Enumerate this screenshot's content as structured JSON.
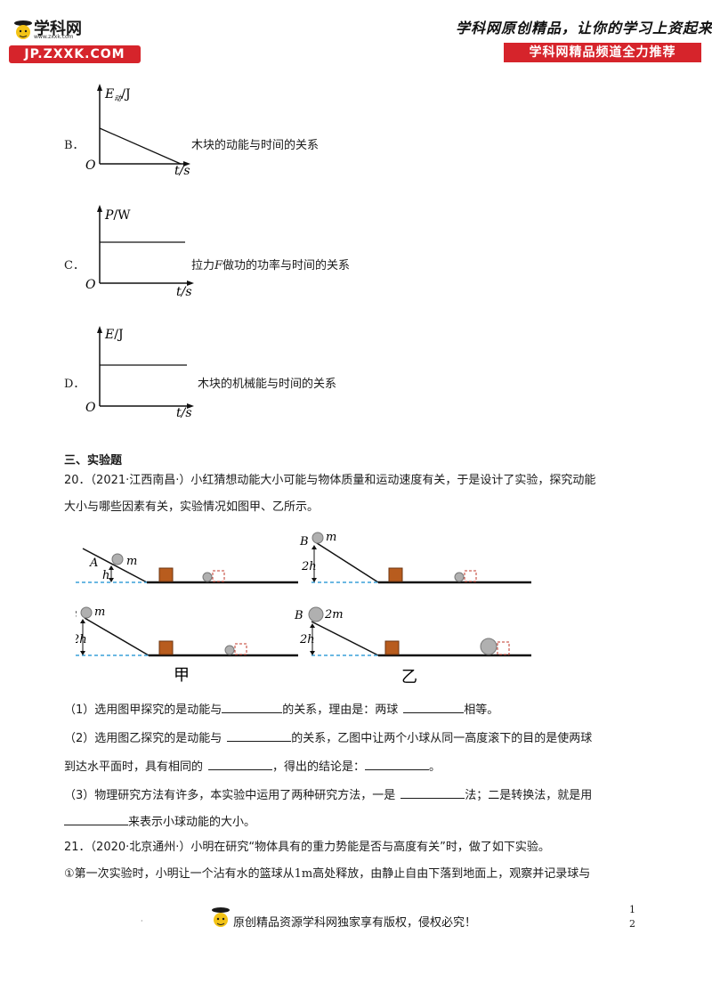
{
  "header": {
    "logo_title": "学科网",
    "logo_small_url": "www.zxxk.com",
    "logo_url": "JP.ZXXK.COM",
    "slogan": "学科网原创精品，让你的学习上资起来！",
    "channel": "学科网精品频道全力推荐"
  },
  "options": [
    {
      "letter": "B．",
      "ylabel_main": "E",
      "ylabel_sub": "动",
      "ylabel_unit": "/J",
      "xlabel": "t/s",
      "origin": "O",
      "caption": "木块的动能与时间的关系",
      "shape": "decreasing"
    },
    {
      "letter": "C．",
      "ylabel_main": "P",
      "ylabel_sub": "",
      "ylabel_unit": "/W",
      "xlabel": "t/s",
      "origin": "O",
      "caption_pre": "拉力",
      "caption_var": "F",
      "caption_post": "做功的功率与时间的关系",
      "shape": "constant"
    },
    {
      "letter": "D．",
      "ylabel_main": "E",
      "ylabel_sub": "",
      "ylabel_unit": "/J",
      "xlabel": "t/s",
      "origin": "O",
      "caption": "木块的机械能与时间的关系",
      "shape": "constant"
    }
  ],
  "section_title": "三、实验题",
  "q20": {
    "line1": "20．（2021·江西南昌·）小红猜想动能大小可能与物体质量和运动速度有关，于是设计了实验，探究动能",
    "line2": "大小与哪些因素有关，实验情况如图甲、乙所示。",
    "fig_labels": {
      "A": "A",
      "B": "B",
      "m": "m",
      "two_m": "2m",
      "h": "h",
      "two_h": "2h",
      "jia": "甲",
      "yi": "乙"
    },
    "sub1_a": "（1）选用图甲探究的是动能与",
    "sub1_b": "的关系，理由是：两球",
    "sub1_c": "相等。",
    "sub2_a": "（2）选用图乙探究的是动能与",
    "sub2_b": "的关系，乙图中让两个小球从同一高度滚下的目的是使两球",
    "sub2_c": "到达水平面时，具有相同的",
    "sub2_d": "，得出的结论是：",
    "sub2_e": "。",
    "sub3_a": "（3）物理研究方法有许多，本实验中运用了两种研究方法，一是",
    "sub3_b": "法；二是转换法，就是用",
    "sub3_c": "来表示小球动能的大小。"
  },
  "q21": {
    "line1": "21．（2020·北京通州·）小明在研究“物体具有的重力势能是否与高度有关”时，做了如下实验。",
    "line2_a": "①第一次实验时，小明让一个沾有水的篮球从",
    "line2_b": "1m",
    "line2_c": "高处释放，由静止自由下落到地面上，观察并记录球与"
  },
  "footer": {
    "dot": "·",
    "text": "原创精品资源学科网独家享有版权，侵权必究！",
    "page_top": "1",
    "page_bottom": "2"
  }
}
